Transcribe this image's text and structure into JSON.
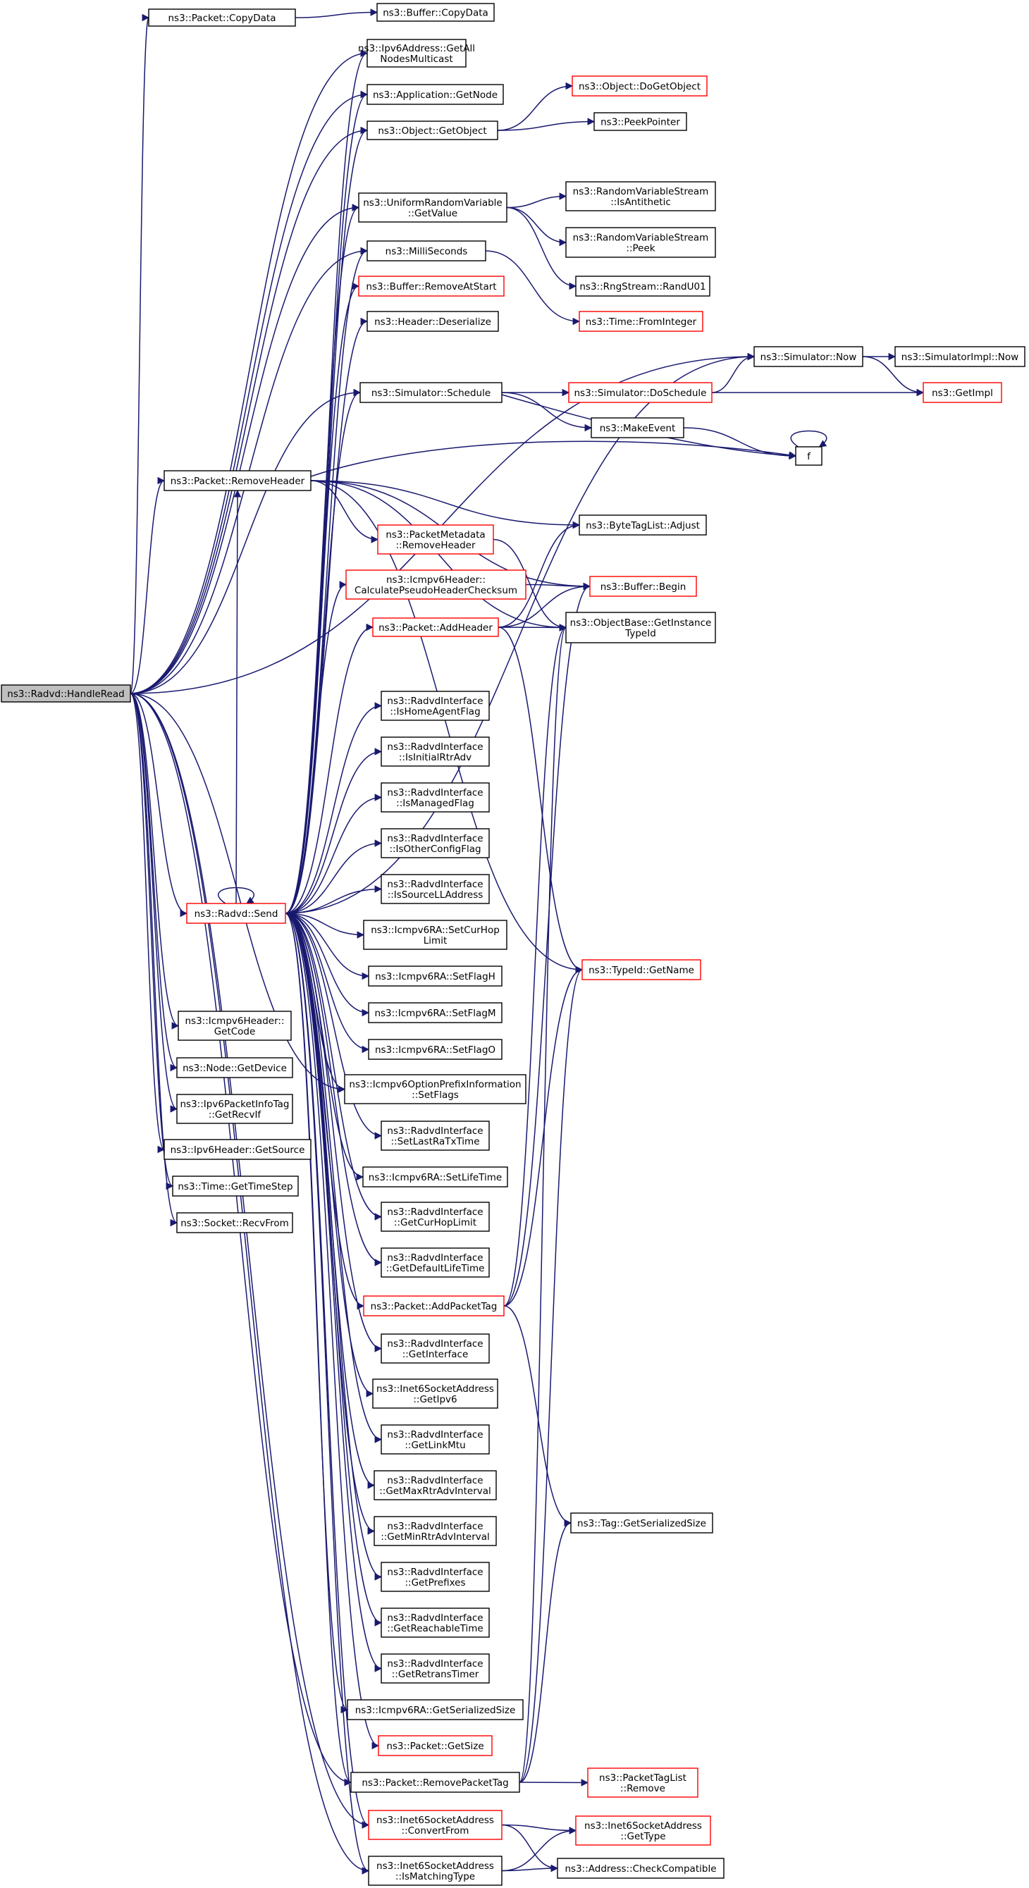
{
  "diagram": {
    "nodes": [
      {
        "id": "handle_read",
        "lines": [
          "ns3::Radvd::HandleRead"
        ],
        "style": "root"
      },
      {
        "id": "pkt_copydata",
        "lines": [
          "ns3::Packet::CopyData"
        ],
        "style": "black"
      },
      {
        "id": "buf_copydata",
        "lines": [
          "ns3::Buffer::CopyData"
        ],
        "style": "black"
      },
      {
        "id": "ipv6_allnodes",
        "lines": [
          "ns3::Ipv6Address::GetAll",
          "NodesMulticast"
        ],
        "style": "black"
      },
      {
        "id": "app_getnode",
        "lines": [
          "ns3::Application::GetNode"
        ],
        "style": "black"
      },
      {
        "id": "obj_dogetobject",
        "lines": [
          "ns3::Object::DoGetObject"
        ],
        "style": "red"
      },
      {
        "id": "obj_getobject",
        "lines": [
          "ns3::Object::GetObject"
        ],
        "style": "black"
      },
      {
        "id": "peekpointer",
        "lines": [
          "ns3::PeekPointer"
        ],
        "style": "black"
      },
      {
        "id": "urv_getvalue",
        "lines": [
          "ns3::UniformRandomVariable",
          "::GetValue"
        ],
        "style": "black"
      },
      {
        "id": "rvs_isanti",
        "lines": [
          "ns3::RandomVariableStream",
          "::IsAntithetic"
        ],
        "style": "black"
      },
      {
        "id": "rvs_peek",
        "lines": [
          "ns3::RandomVariableStream",
          "::Peek"
        ],
        "style": "black"
      },
      {
        "id": "millisec",
        "lines": [
          "ns3::MilliSeconds"
        ],
        "style": "black"
      },
      {
        "id": "rng_randu01",
        "lines": [
          "ns3::RngStream::RandU01"
        ],
        "style": "black"
      },
      {
        "id": "buf_removeatstart",
        "lines": [
          "ns3::Buffer::RemoveAtStart"
        ],
        "style": "red"
      },
      {
        "id": "time_frominteger",
        "lines": [
          "ns3::Time::FromInteger"
        ],
        "style": "red"
      },
      {
        "id": "hdr_deserialize",
        "lines": [
          "ns3::Header::Deserialize"
        ],
        "style": "black"
      },
      {
        "id": "sim_now",
        "lines": [
          "ns3::Simulator::Now"
        ],
        "style": "black"
      },
      {
        "id": "simimpl_now",
        "lines": [
          "ns3::SimulatorImpl::Now"
        ],
        "style": "black"
      },
      {
        "id": "sim_schedule",
        "lines": [
          "ns3::Simulator::Schedule"
        ],
        "style": "black"
      },
      {
        "id": "sim_doschedule",
        "lines": [
          "ns3::Simulator::DoSchedule"
        ],
        "style": "red"
      },
      {
        "id": "getimpl",
        "lines": [
          "ns3::GetImpl"
        ],
        "style": "red"
      },
      {
        "id": "makeevent",
        "lines": [
          "ns3::MakeEvent"
        ],
        "style": "black"
      },
      {
        "id": "f",
        "lines": [
          "f"
        ],
        "style": "black"
      },
      {
        "id": "pkt_removeheader",
        "lines": [
          "ns3::Packet::RemoveHeader"
        ],
        "style": "black"
      },
      {
        "id": "btl_adjust",
        "lines": [
          "ns3::ByteTagList::Adjust"
        ],
        "style": "black"
      },
      {
        "id": "pmd_removeheader",
        "lines": [
          "ns3::PacketMetadata",
          "::RemoveHeader"
        ],
        "style": "red"
      },
      {
        "id": "icmp_pseudo",
        "lines": [
          "ns3::Icmpv6Header::",
          "CalculatePseudoHeaderChecksum"
        ],
        "style": "red"
      },
      {
        "id": "buf_begin",
        "lines": [
          "ns3::Buffer::Begin"
        ],
        "style": "red"
      },
      {
        "id": "pkt_addheader",
        "lines": [
          "ns3::Packet::AddHeader"
        ],
        "style": "red"
      },
      {
        "id": "obj_gettypeid",
        "lines": [
          "ns3::ObjectBase::GetInstance",
          "TypeId"
        ],
        "style": "black"
      },
      {
        "id": "rif_ishomeagent",
        "lines": [
          "ns3::RadvdInterface",
          "::IsHomeAgentFlag"
        ],
        "style": "black"
      },
      {
        "id": "rif_isinitial",
        "lines": [
          "ns3::RadvdInterface",
          "::IsInitialRtrAdv"
        ],
        "style": "black"
      },
      {
        "id": "rif_ismanaged",
        "lines": [
          "ns3::RadvdInterface",
          "::IsManagedFlag"
        ],
        "style": "black"
      },
      {
        "id": "rif_isother",
        "lines": [
          "ns3::RadvdInterface",
          "::IsOtherConfigFlag"
        ],
        "style": "black"
      },
      {
        "id": "rif_issourcell",
        "lines": [
          "ns3::RadvdInterface",
          "::IsSourceLLAddress"
        ],
        "style": "black"
      },
      {
        "id": "radvd_send",
        "lines": [
          "ns3::Radvd::Send"
        ],
        "style": "red"
      },
      {
        "id": "ra_setcurhop",
        "lines": [
          "ns3::Icmpv6RA::SetCurHop",
          "Limit"
        ],
        "style": "black"
      },
      {
        "id": "ra_setflagh",
        "lines": [
          "ns3::Icmpv6RA::SetFlagH"
        ],
        "style": "black"
      },
      {
        "id": "typeid_getname",
        "lines": [
          "ns3::TypeId::GetName"
        ],
        "style": "red"
      },
      {
        "id": "ra_setflagm",
        "lines": [
          "ns3::Icmpv6RA::SetFlagM"
        ],
        "style": "black"
      },
      {
        "id": "icmp_getcode",
        "lines": [
          "ns3::Icmpv6Header::",
          "GetCode"
        ],
        "style": "black"
      },
      {
        "id": "ra_setflago",
        "lines": [
          "ns3::Icmpv6RA::SetFlagO"
        ],
        "style": "black"
      },
      {
        "id": "node_getdevice",
        "lines": [
          "ns3::Node::GetDevice"
        ],
        "style": "black"
      },
      {
        "id": "opi_setflags",
        "lines": [
          "ns3::Icmpv6OptionPrefixInformation",
          "::SetFlags"
        ],
        "style": "black"
      },
      {
        "id": "pit_getrecvif",
        "lines": [
          "ns3::Ipv6PacketInfoTag",
          "::GetRecvIf"
        ],
        "style": "black"
      },
      {
        "id": "rif_setlastra",
        "lines": [
          "ns3::RadvdInterface",
          "::SetLastRaTxTime"
        ],
        "style": "black"
      },
      {
        "id": "ipv6h_getsource",
        "lines": [
          "ns3::Ipv6Header::GetSource"
        ],
        "style": "black"
      },
      {
        "id": "ra_setlifetime",
        "lines": [
          "ns3::Icmpv6RA::SetLifeTime"
        ],
        "style": "black"
      },
      {
        "id": "time_gettimestep",
        "lines": [
          "ns3::Time::GetTimeStep"
        ],
        "style": "black"
      },
      {
        "id": "sock_recvfrom",
        "lines": [
          "ns3::Socket::RecvFrom"
        ],
        "style": "black"
      },
      {
        "id": "rif_getcurhop",
        "lines": [
          "ns3::RadvdInterface",
          "::GetCurHopLimit"
        ],
        "style": "black"
      },
      {
        "id": "rif_getdeflife",
        "lines": [
          "ns3::RadvdInterface",
          "::GetDefaultLifeTime"
        ],
        "style": "black"
      },
      {
        "id": "pkt_addpackettag",
        "lines": [
          "ns3::Packet::AddPacketTag"
        ],
        "style": "red"
      },
      {
        "id": "rif_getinterface",
        "lines": [
          "ns3::RadvdInterface",
          "::GetInterface"
        ],
        "style": "black"
      },
      {
        "id": "i6sa_getipv6",
        "lines": [
          "ns3::Inet6SocketAddress",
          "::GetIpv6"
        ],
        "style": "black"
      },
      {
        "id": "rif_getlinkmtu",
        "lines": [
          "ns3::RadvdInterface",
          "::GetLinkMtu"
        ],
        "style": "black"
      },
      {
        "id": "rif_getmaxrtr",
        "lines": [
          "ns3::RadvdInterface",
          "::GetMaxRtrAdvInterval"
        ],
        "style": "black"
      },
      {
        "id": "tag_getsersize",
        "lines": [
          "ns3::Tag::GetSerializedSize"
        ],
        "style": "black"
      },
      {
        "id": "rif_getminrtr",
        "lines": [
          "ns3::RadvdInterface",
          "::GetMinRtrAdvInterval"
        ],
        "style": "black"
      },
      {
        "id": "rif_getprefixes",
        "lines": [
          "ns3::RadvdInterface",
          "::GetPrefixes"
        ],
        "style": "black"
      },
      {
        "id": "rif_getreachable",
        "lines": [
          "ns3::RadvdInterface",
          "::GetReachableTime"
        ],
        "style": "black"
      },
      {
        "id": "rif_getretrans",
        "lines": [
          "ns3::RadvdInterface",
          "::GetRetransTimer"
        ],
        "style": "black"
      },
      {
        "id": "ra_getsersize",
        "lines": [
          "ns3::Icmpv6RA::GetSerializedSize"
        ],
        "style": "black"
      },
      {
        "id": "pkt_getsize",
        "lines": [
          "ns3::Packet::GetSize"
        ],
        "style": "red"
      },
      {
        "id": "pkt_removepackettag",
        "lines": [
          "ns3::Packet::RemovePacketTag"
        ],
        "style": "black"
      },
      {
        "id": "ptl_remove",
        "lines": [
          "ns3::PacketTagList",
          "::Remove"
        ],
        "style": "red"
      },
      {
        "id": "i6sa_convertfrom",
        "lines": [
          "ns3::Inet6SocketAddress",
          "::ConvertFrom"
        ],
        "style": "red"
      },
      {
        "id": "i6sa_gettype",
        "lines": [
          "ns3::Inet6SocketAddress",
          "::GetType"
        ],
        "style": "red"
      },
      {
        "id": "i6sa_ismatching",
        "lines": [
          "ns3::Inet6SocketAddress",
          "::IsMatchingType"
        ],
        "style": "black"
      },
      {
        "id": "addr_checkcompat",
        "lines": [
          "ns3::Address::CheckCompatible"
        ],
        "style": "black"
      }
    ],
    "edges": [
      [
        "handle_read",
        "pkt_copydata"
      ],
      [
        "handle_read",
        "ipv6_allnodes"
      ],
      [
        "handle_read",
        "app_getnode"
      ],
      [
        "handle_read",
        "obj_getobject"
      ],
      [
        "handle_read",
        "sim_now"
      ],
      [
        "handle_read",
        "urv_getvalue"
      ],
      [
        "handle_read",
        "millisec"
      ],
      [
        "handle_read",
        "sim_schedule"
      ],
      [
        "handle_read",
        "pkt_removeheader"
      ],
      [
        "handle_read",
        "radvd_send"
      ],
      [
        "handle_read",
        "icmp_getcode"
      ],
      [
        "handle_read",
        "node_getdevice"
      ],
      [
        "handle_read",
        "pit_getrecvif"
      ],
      [
        "handle_read",
        "ipv6h_getsource"
      ],
      [
        "handle_read",
        "time_gettimestep"
      ],
      [
        "handle_read",
        "sock_recvfrom"
      ],
      [
        "handle_read",
        "pkt_removepackettag"
      ],
      [
        "handle_read",
        "i6sa_convertfrom"
      ],
      [
        "handle_read",
        "i6sa_ismatching"
      ],
      [
        "handle_read",
        "opi_setflags"
      ],
      [
        "pkt_copydata",
        "buf_copydata"
      ],
      [
        "obj_getobject",
        "obj_dogetobject"
      ],
      [
        "obj_getobject",
        "peekpointer"
      ],
      [
        "urv_getvalue",
        "rvs_isanti"
      ],
      [
        "urv_getvalue",
        "rvs_peek"
      ],
      [
        "urv_getvalue",
        "rng_randu01"
      ],
      [
        "millisec",
        "time_frominteger"
      ],
      [
        "sim_now",
        "simimpl_now"
      ],
      [
        "sim_now",
        "getimpl"
      ],
      [
        "sim_schedule",
        "sim_doschedule"
      ],
      [
        "sim_schedule",
        "makeevent"
      ],
      [
        "sim_schedule",
        "f"
      ],
      [
        "sim_doschedule",
        "sim_now"
      ],
      [
        "sim_doschedule",
        "getimpl"
      ],
      [
        "makeevent",
        "f"
      ],
      [
        "f",
        "f"
      ],
      [
        "pkt_removeheader",
        "f"
      ],
      [
        "pkt_removeheader",
        "btl_adjust"
      ],
      [
        "pkt_removeheader",
        "pmd_removeheader"
      ],
      [
        "pkt_removeheader",
        "buf_begin"
      ],
      [
        "pkt_removeheader",
        "obj_gettypeid"
      ],
      [
        "pkt_removeheader",
        "typeid_getname"
      ],
      [
        "pmd_removeheader",
        "obj_gettypeid"
      ],
      [
        "icmp_pseudo",
        "buf_begin"
      ],
      [
        "pkt_addheader",
        "btl_adjust"
      ],
      [
        "pkt_addheader",
        "buf_begin"
      ],
      [
        "pkt_addheader",
        "obj_gettypeid"
      ],
      [
        "pkt_addheader",
        "typeid_getname"
      ],
      [
        "radvd_send",
        "radvd_send"
      ],
      [
        "radvd_send",
        "ipv6_allnodes"
      ],
      [
        "radvd_send",
        "app_getnode"
      ],
      [
        "radvd_send",
        "obj_getobject"
      ],
      [
        "radvd_send",
        "urv_getvalue"
      ],
      [
        "radvd_send",
        "millisec"
      ],
      [
        "radvd_send",
        "buf_removeatstart"
      ],
      [
        "radvd_send",
        "hdr_deserialize"
      ],
      [
        "radvd_send",
        "sim_now"
      ],
      [
        "radvd_send",
        "sim_schedule"
      ],
      [
        "radvd_send",
        "pkt_removeheader"
      ],
      [
        "radvd_send",
        "icmp_pseudo"
      ],
      [
        "radvd_send",
        "pkt_addheader"
      ],
      [
        "radvd_send",
        "rif_ishomeagent"
      ],
      [
        "radvd_send",
        "rif_isinitial"
      ],
      [
        "radvd_send",
        "rif_ismanaged"
      ],
      [
        "radvd_send",
        "rif_isother"
      ],
      [
        "radvd_send",
        "rif_issourcell"
      ],
      [
        "radvd_send",
        "ra_setcurhop"
      ],
      [
        "radvd_send",
        "ra_setflagh"
      ],
      [
        "radvd_send",
        "ra_setflagm"
      ],
      [
        "radvd_send",
        "ra_setflago"
      ],
      [
        "radvd_send",
        "opi_setflags"
      ],
      [
        "radvd_send",
        "rif_setlastra"
      ],
      [
        "radvd_send",
        "ra_setlifetime"
      ],
      [
        "radvd_send",
        "rif_getcurhop"
      ],
      [
        "radvd_send",
        "rif_getdeflife"
      ],
      [
        "radvd_send",
        "pkt_addpackettag"
      ],
      [
        "radvd_send",
        "rif_getinterface"
      ],
      [
        "radvd_send",
        "i6sa_getipv6"
      ],
      [
        "radvd_send",
        "rif_getlinkmtu"
      ],
      [
        "radvd_send",
        "rif_getmaxrtr"
      ],
      [
        "radvd_send",
        "rif_getminrtr"
      ],
      [
        "radvd_send",
        "rif_getprefixes"
      ],
      [
        "radvd_send",
        "rif_getreachable"
      ],
      [
        "radvd_send",
        "rif_getretrans"
      ],
      [
        "radvd_send",
        "ra_getsersize"
      ],
      [
        "radvd_send",
        "pkt_getsize"
      ],
      [
        "radvd_send",
        "pkt_removepackettag"
      ],
      [
        "radvd_send",
        "i6sa_convertfrom"
      ],
      [
        "radvd_send",
        "i6sa_ismatching"
      ],
      [
        "pkt_addpackettag",
        "buf_begin"
      ],
      [
        "pkt_addpackettag",
        "obj_gettypeid"
      ],
      [
        "pkt_addpackettag",
        "typeid_getname"
      ],
      [
        "pkt_addpackettag",
        "tag_getsersize"
      ],
      [
        "pkt_removepackettag",
        "obj_gettypeid"
      ],
      [
        "pkt_removepackettag",
        "typeid_getname"
      ],
      [
        "pkt_removepackettag",
        "tag_getsersize"
      ],
      [
        "pkt_removepackettag",
        "ptl_remove"
      ],
      [
        "i6sa_convertfrom",
        "i6sa_gettype"
      ],
      [
        "i6sa_convertfrom",
        "addr_checkcompat"
      ],
      [
        "i6sa_ismatching",
        "i6sa_gettype"
      ],
      [
        "i6sa_ismatching",
        "addr_checkcompat"
      ]
    ],
    "colors": {
      "edge": "#191970",
      "root_fill": "#bfbfbf",
      "box_border": "#000000",
      "red_border": "#ff0000"
    }
  }
}
